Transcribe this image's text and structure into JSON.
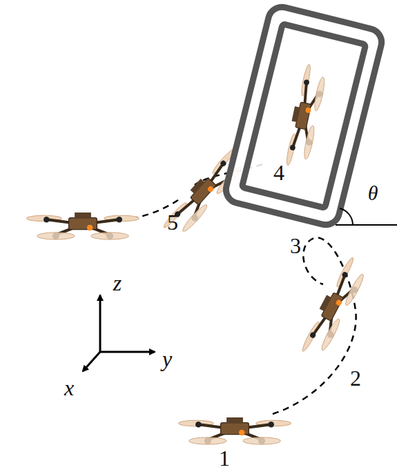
{
  "diagram": {
    "labels": [
      "θ",
      "4",
      "5",
      "3",
      "z",
      "2",
      "y",
      "x",
      "1"
    ]
  }
}
